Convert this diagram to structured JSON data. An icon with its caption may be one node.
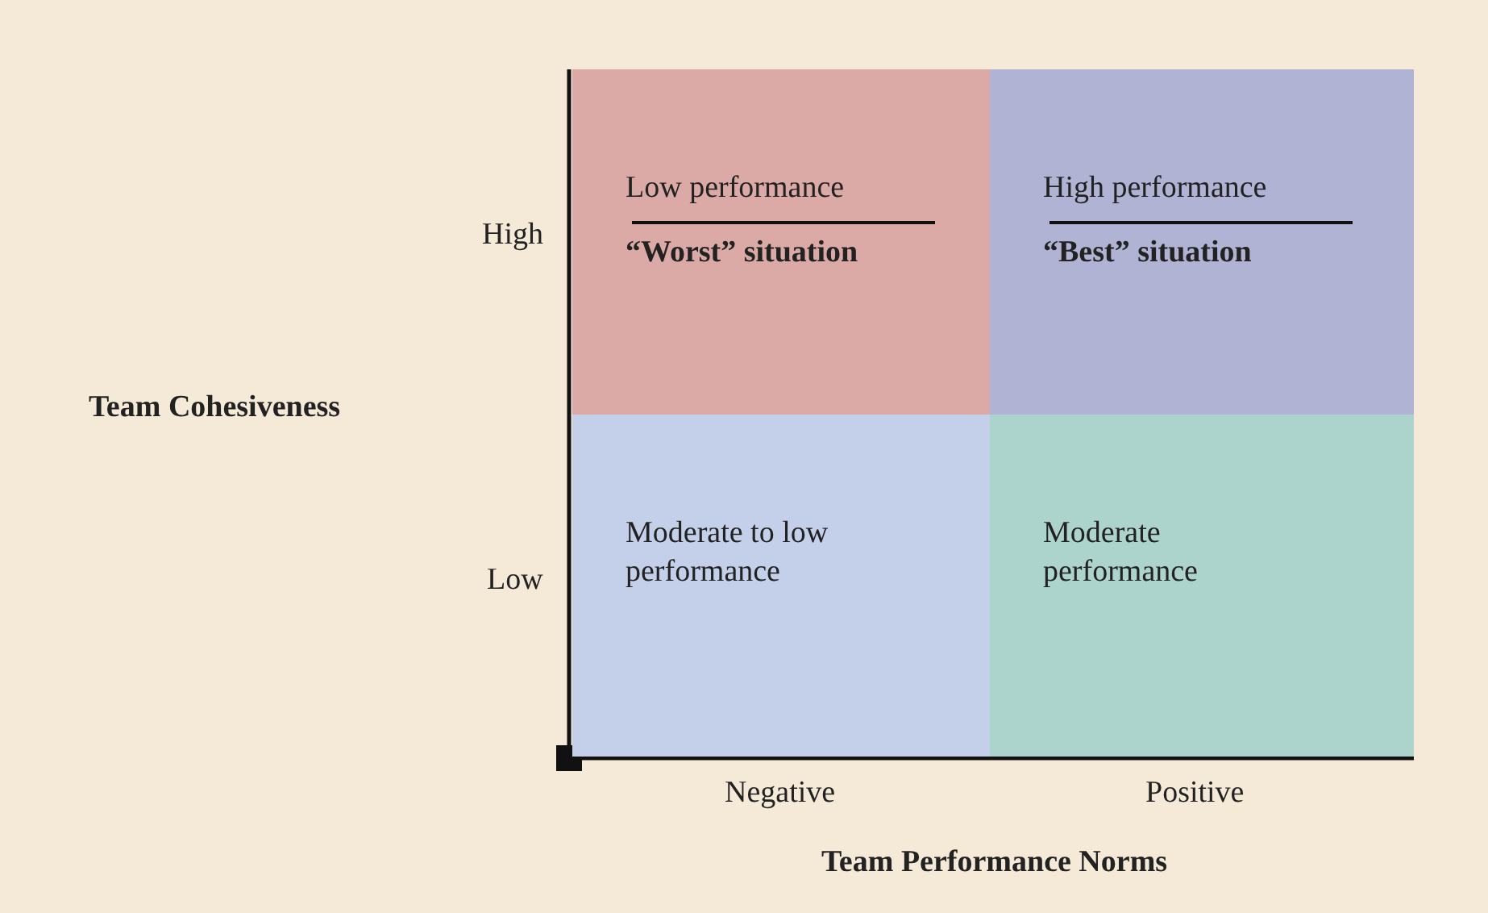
{
  "diagram": {
    "nodes": [
      {
        "text": [
          "Low performance",
          "“Worst” situation"
        ]
      },
      {
        "text": [
          "High performance",
          "“Best” situation"
        ]
      },
      {
        "text": [
          "Moderate to low performance"
        ]
      },
      {
        "text": [
          "Moderate performance"
        ]
      }
    ],
    "labels": [
      "High",
      "Team Cohesiveness",
      "Low",
      "Negative",
      "Positive",
      "Team Performance Norms"
    ]
  }
}
